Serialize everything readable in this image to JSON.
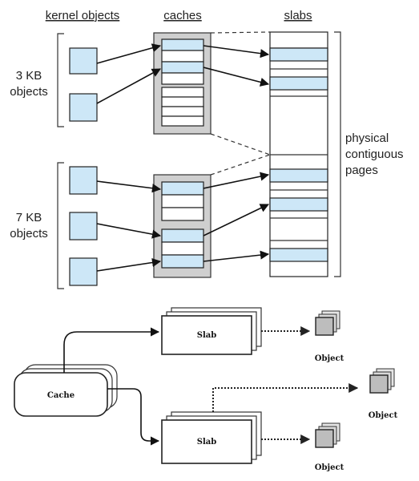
{
  "top_diagram": {
    "headers": {
      "kernel_objects": "kernel objects",
      "caches": "caches",
      "slabs": "slabs"
    },
    "labels": {
      "group1_size": "3 KB",
      "group1_unit": "objects",
      "group2_size": "7 KB",
      "group2_unit": "objects",
      "pages_line1": "physical",
      "pages_line2": "contiguous",
      "pages_line3": "pages"
    },
    "colors": {
      "object_fill": "#cde7f7",
      "cache_fill": "#cfcfcf"
    }
  },
  "bottom_diagram": {
    "cache_label": "Cache",
    "slab_top_label": "Slab",
    "slab_bottom_label": "Slab",
    "object_labels": [
      "Object",
      "Object",
      "Object"
    ]
  }
}
